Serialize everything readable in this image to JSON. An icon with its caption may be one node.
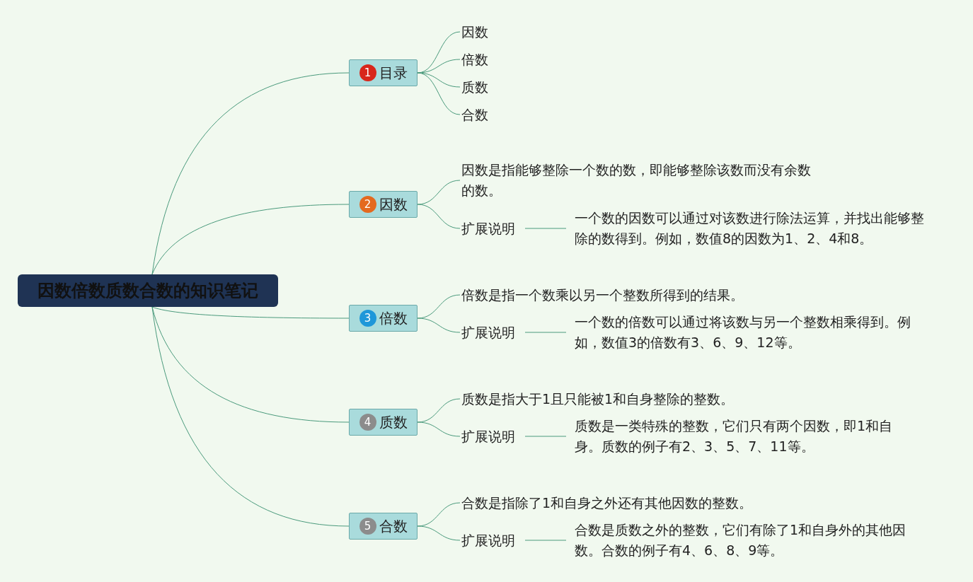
{
  "diagram": {
    "nodes": [
      {
        "text": [
          "因数倍数质数合数的知识笔记"
        ]
      },
      {
        "text": [
          "1",
          "目录"
        ]
      },
      {
        "text": [
          "因数"
        ]
      },
      {
        "text": [
          "倍数"
        ]
      },
      {
        "text": [
          "质数"
        ]
      },
      {
        "text": [
          "合数"
        ]
      },
      {
        "text": [
          "2",
          "因数"
        ]
      },
      {
        "text": [
          "因数是指能够整除一个数的数，即能够整除该数而没有余数的数。"
        ]
      },
      {
        "text": [
          "扩展说明"
        ]
      },
      {
        "text": [
          "一个数的因数可以通过对该数进行除法运算，并找出能够整除的数得到。例如，数值8的因数为1、2、4和8。"
        ]
      },
      {
        "text": [
          "3",
          "倍数"
        ]
      },
      {
        "text": [
          "倍数是指一个数乘以另一个整数所得到的结果。"
        ]
      },
      {
        "text": [
          "扩展说明"
        ]
      },
      {
        "text": [
          "一个数的倍数可以通过将该数与另一个整数相乘得到。例如，数值3的倍数有3、6、9、12等。"
        ]
      },
      {
        "text": [
          "4",
          "质数"
        ]
      },
      {
        "text": [
          "质数是指大于1且只能被1和自身整除的整数。"
        ]
      },
      {
        "text": [
          "扩展说明"
        ]
      },
      {
        "text": [
          "质数是一类特殊的整数，它们只有两个因数，即1和自身。质数的例子有2、3、5、7、11等。"
        ]
      },
      {
        "text": [
          "5",
          "合数"
        ]
      },
      {
        "text": [
          "合数是指除了1和自身之外还有其他因数的整数。"
        ]
      },
      {
        "text": [
          "扩展说明"
        ]
      },
      {
        "text": [
          "合数是质数之外的整数，它们有除了1和自身外的其他因数。合数的例子有4、6、8、9等。"
        ]
      }
    ],
    "edges": [
      {
        "from": 0,
        "to": 1,
        "arrow": "none"
      },
      {
        "from": 0,
        "to": 6,
        "arrow": "none"
      },
      {
        "from": 0,
        "to": 10,
        "arrow": "none"
      },
      {
        "from": 0,
        "to": 14,
        "arrow": "none"
      },
      {
        "from": 0,
        "to": 18,
        "arrow": "none"
      },
      {
        "from": 1,
        "to": 2,
        "arrow": "none"
      },
      {
        "from": 1,
        "to": 3,
        "arrow": "none"
      },
      {
        "from": 1,
        "to": 4,
        "arrow": "none"
      },
      {
        "from": 1,
        "to": 5,
        "arrow": "none"
      },
      {
        "from": 6,
        "to": 7,
        "arrow": "none"
      },
      {
        "from": 6,
        "to": 8,
        "arrow": "none"
      },
      {
        "from": 8,
        "to": 9,
        "arrow": "none"
      },
      {
        "from": 10,
        "to": 11,
        "arrow": "none"
      },
      {
        "from": 10,
        "to": 12,
        "arrow": "none"
      },
      {
        "from": 12,
        "to": 13,
        "arrow": "none"
      },
      {
        "from": 14,
        "to": 15,
        "arrow": "none"
      },
      {
        "from": 14,
        "to": 16,
        "arrow": "none"
      },
      {
        "from": 16,
        "to": 17,
        "arrow": "none"
      },
      {
        "from": 18,
        "to": 19,
        "arrow": "none"
      },
      {
        "from": 18,
        "to": 20,
        "arrow": "none"
      },
      {
        "from": 20,
        "to": 21,
        "arrow": "none"
      }
    ]
  }
}
